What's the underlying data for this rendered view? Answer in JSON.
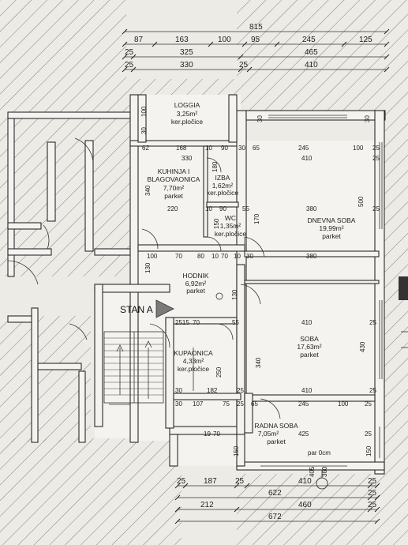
{
  "top_dims": {
    "total": "815",
    "row1": [
      "87",
      "163",
      "100",
      "95",
      "245",
      "125"
    ],
    "row2": [
      "25",
      "325",
      "465"
    ],
    "row3": [
      "25",
      "330",
      "25",
      "410"
    ]
  },
  "bottom_dims": {
    "row1": [
      "25",
      "187",
      "25",
      "410",
      "25"
    ],
    "row2": [
      "622",
      "25"
    ],
    "row3": [
      "212",
      "460",
      "25"
    ],
    "total": "672"
  },
  "rooms": {
    "loggia": {
      "name": "LOGGIA",
      "area": "3,25m²",
      "floor": "ker.pločice"
    },
    "kitchen": {
      "name1": "KUHINJA I",
      "name2": "BLAGOVAONICA",
      "area": "7,70m²",
      "floor": "parket"
    },
    "izba": {
      "name": "IZBA",
      "area": "1,62m²",
      "floor": "ker.pločice"
    },
    "wc": {
      "name": "WC",
      "area": "1,35m²",
      "floor": "ker.pločice"
    },
    "living": {
      "name": "DNEVNA SOBA",
      "area": "19,99m²",
      "floor": "parket"
    },
    "hall": {
      "name": "HODNIK",
      "area": "6,92m²",
      "floor": "parket"
    },
    "bedroom": {
      "name": "SOBA",
      "area": "17,63m²",
      "floor": "parket"
    },
    "bath": {
      "name": "KUPAONICA",
      "area": "4,33m²",
      "floor": "ker.pločice"
    },
    "study": {
      "name": "RADNA SOBA",
      "area": "7,05m²",
      "floor": "parket"
    }
  },
  "stan_label": "STAN A",
  "level_label": "par 0cm",
  "inner_dims": {
    "d62": "62",
    "d168": "168",
    "d10a": "10",
    "d90a": "90",
    "d30a": "30",
    "d65a": "65",
    "d245a": "245",
    "d100a": "100",
    "d25a": "25",
    "d330": "330",
    "d410a": "410",
    "d25b": "25",
    "d100b": "100",
    "d30b": "30",
    "d30c": "30",
    "d340a": "340",
    "d180": "180",
    "d30d": "30",
    "d500": "500",
    "d220": "220",
    "d10b": "10",
    "d90b": "90",
    "d55a": "55",
    "d380a": "380",
    "d25c": "25",
    "d150a": "150",
    "d170": "170",
    "d100c": "100",
    "d70a": "70",
    "d80": "80",
    "d10c": "10",
    "d70b": "70",
    "d10d": "10",
    "d30e": "30",
    "d380b": "380",
    "d130a": "130",
    "d130b": "130",
    "d25d": "2515",
    "d70c": "70",
    "d55b": "55",
    "d410b": "410",
    "d25e": "25",
    "d340b": "340",
    "d430": "430",
    "d250": "250",
    "d30f": "30",
    "d182": "182",
    "d25f": "25",
    "d410c": "410",
    "d25g": "25",
    "d30g": "30",
    "d107": "107",
    "d75": "75",
    "d25h": "25",
    "d65b": "65",
    "d245b": "245",
    "d100d": "100",
    "d25i": "25",
    "d19": "19",
    "d70d": "70",
    "d425": "425",
    "d25j": "25",
    "d150b": "150",
    "d150c": "150",
    "d405": "405",
    "d360": "360"
  }
}
